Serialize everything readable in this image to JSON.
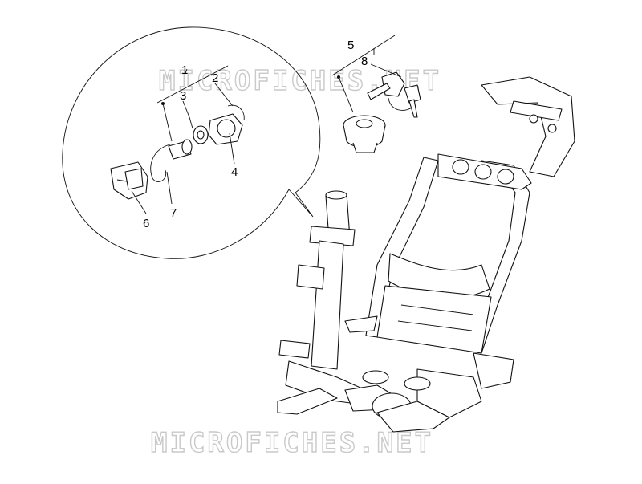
{
  "watermark": "MICROFICHES.NET",
  "callouts": {
    "n1": "1",
    "n2": "2",
    "n3": "3",
    "n4": "4",
    "n5": "5",
    "n6": "6",
    "n7": "7",
    "n8": "8"
  }
}
